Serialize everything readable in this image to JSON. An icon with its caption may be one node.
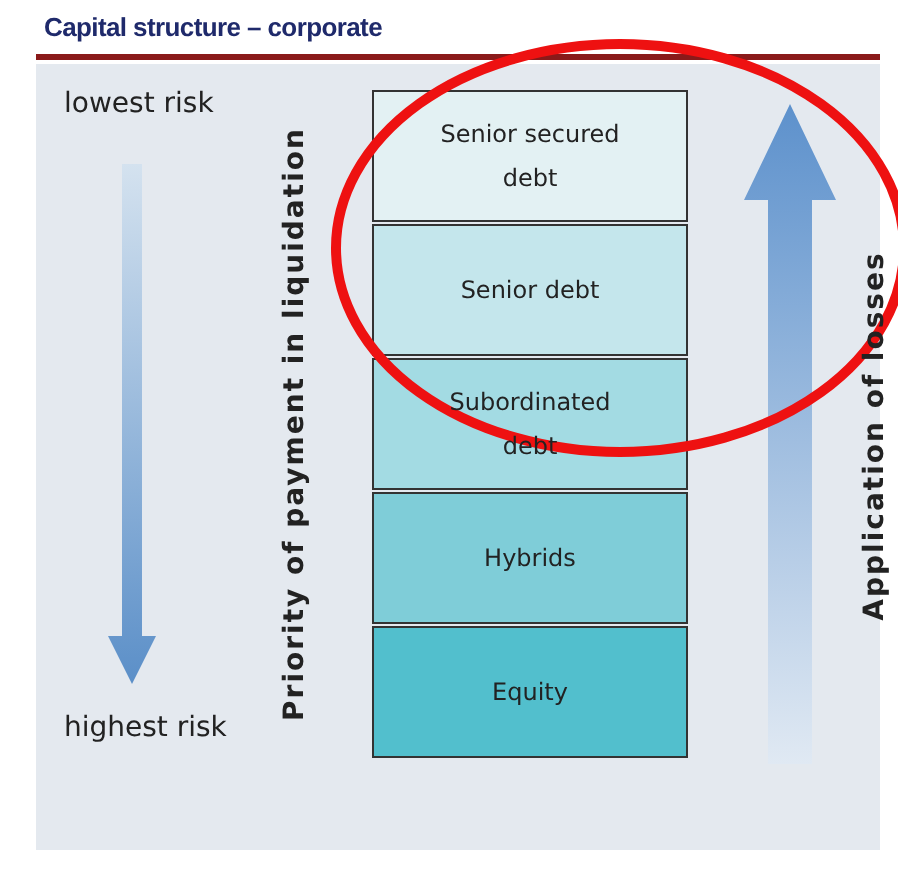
{
  "diagram": {
    "title": "Capital structure – corporate",
    "nodes": [
      {
        "text": [
          "Senior secured debt"
        ]
      },
      {
        "text": [
          "Senior debt"
        ]
      },
      {
        "text": [
          "Subordinated debt"
        ]
      },
      {
        "text": [
          "Hybrids"
        ]
      },
      {
        "text": [
          "Equity"
        ]
      }
    ],
    "labels": [
      "lowest risk",
      "Priority of payment in liquidation",
      "Application of losses",
      "highest risk"
    ]
  }
}
